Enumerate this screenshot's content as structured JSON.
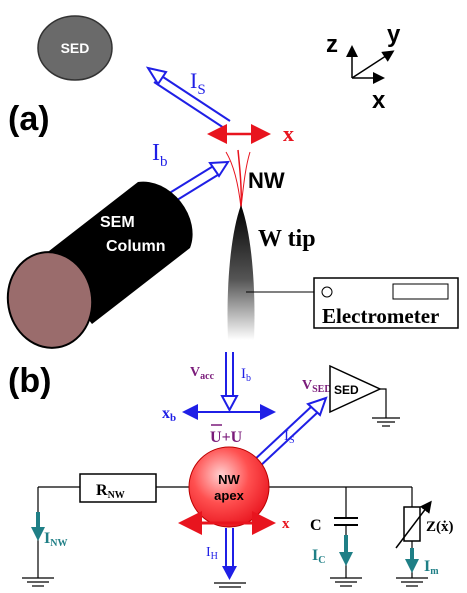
{
  "panel_a": {
    "label": "(a)",
    "sed_label": "SED",
    "is_label_main": "I",
    "is_label_sub": "S",
    "ib_label_main": "I",
    "ib_label_sub": "b",
    "x_label": "x",
    "nw_label": "NW",
    "sem_label_line1": "SEM",
    "sem_label_line2": "Column",
    "wtip_label": "W tip",
    "electrometer_label": "Electrometer",
    "axes": {
      "z": "z",
      "y": "y",
      "x": "x"
    }
  },
  "panel_b": {
    "label": "(b)",
    "vacc_main": "V",
    "vacc_sub": "acc",
    "ib_main": "I",
    "ib_sub": "b",
    "vsed_main": "V",
    "vsed_sub": "SED",
    "sed_label": "SED",
    "xb_main": "x",
    "xb_sub": "b",
    "u_bar": "U",
    "u_plus": "+U",
    "is_main": "I",
    "is_sub": "S",
    "rnw_main": "R",
    "rnw_sub": "NW",
    "apex_line1": "NW",
    "apex_line2": "apex",
    "x_label": "x",
    "inw_main": "I",
    "inw_sub": "NW",
    "ih_main": "I",
    "ih_sub": "H",
    "c_label": "C",
    "ic_main": "I",
    "ic_sub": "C",
    "z_label": "Z(ẋ)",
    "im_main": "I",
    "im_sub": "m"
  },
  "colors": {
    "blue": "#1f1fe6",
    "red": "#e8141e",
    "purple": "#7a1b7a",
    "teal": "#1f7f86",
    "sed_gray": "#6a6a6a",
    "column_end": "#9a6c6c"
  }
}
